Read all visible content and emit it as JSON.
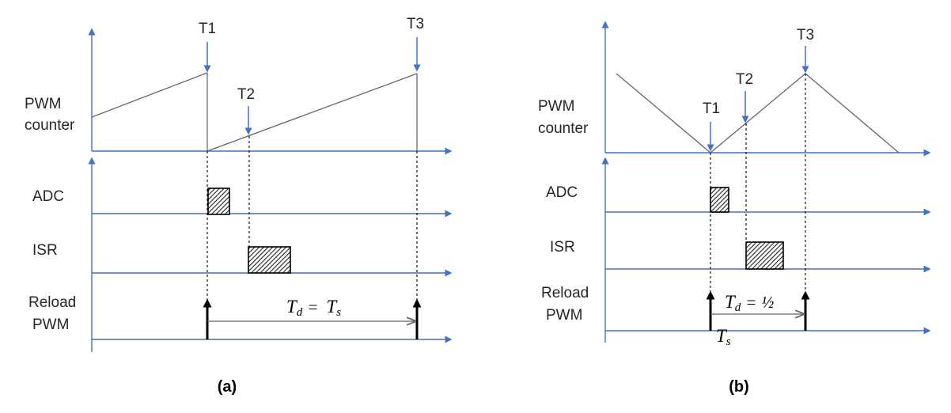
{
  "colors": {
    "axis": "#4472C4",
    "counter_line": "#666666",
    "dotted": "#000000",
    "hatch_block": "#000000"
  },
  "panel_a": {
    "caption": "(a)",
    "row_labels": {
      "pwm_line1": "PWM",
      "pwm_line2": "counter",
      "adc": "ADC",
      "isr": "ISR",
      "reload_line1": "Reload",
      "reload_line2": "PWM"
    },
    "markers": {
      "t1": "T1",
      "t2": "T2",
      "t3": "T3"
    },
    "delay": {
      "td_symbol": "T",
      "td_sub": "d",
      "eq": "=",
      "factor": "",
      "ts_symbol": "T",
      "ts_sub": "s"
    }
  },
  "panel_b": {
    "caption": "(b)",
    "row_labels": {
      "pwm_line1": "PWM",
      "pwm_line2": "counter",
      "adc": "ADC",
      "isr": "ISR",
      "reload_line1": "Reload",
      "reload_line2": "PWM"
    },
    "markers": {
      "t1": "T1",
      "t2": "T2",
      "t3": "T3"
    },
    "delay": {
      "td_symbol": "T",
      "td_sub": "d",
      "eq": "=",
      "factor": "½",
      "ts_symbol": "T",
      "ts_sub": "s"
    }
  }
}
